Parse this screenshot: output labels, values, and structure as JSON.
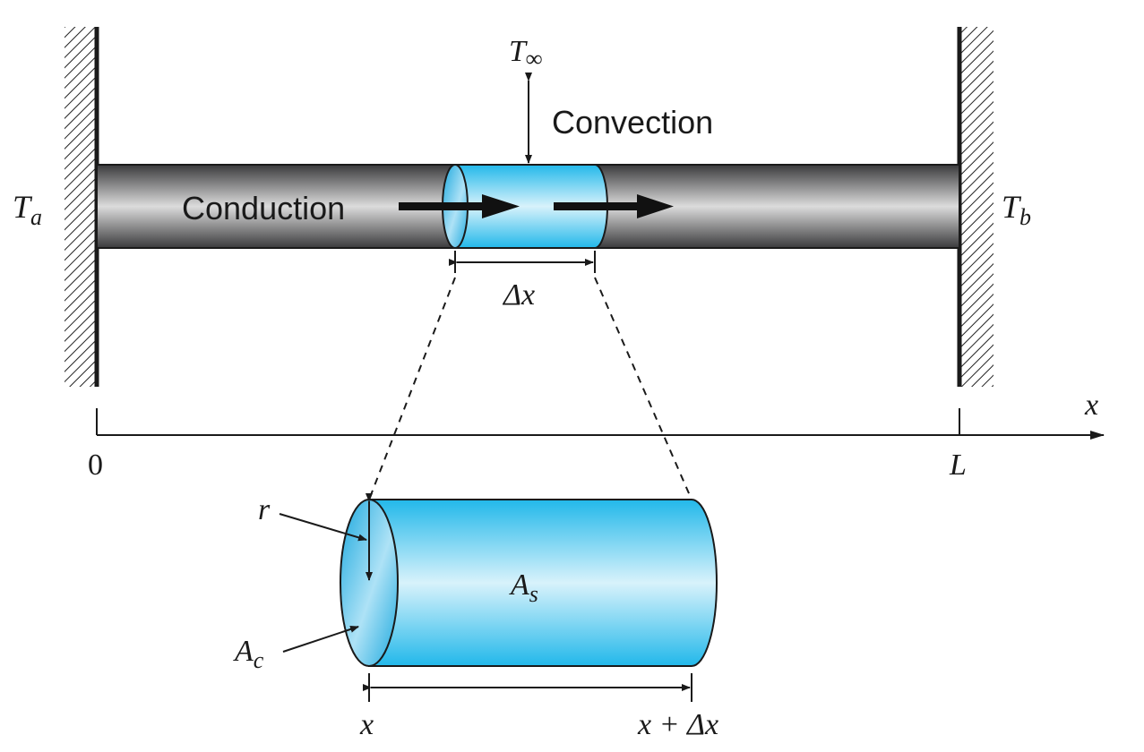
{
  "labels": {
    "t_inf": "T",
    "t_inf_sub": "∞",
    "convection": "Convection",
    "conduction": "Conduction",
    "t_a": "T",
    "t_a_sub": "a",
    "t_b": "T",
    "t_b_sub": "b",
    "delta_x": "Δx",
    "axis_x": "x",
    "origin": "0",
    "length": "L",
    "r": "r",
    "a_c": "A",
    "a_c_sub": "c",
    "a_s": "A",
    "a_s_sub": "s",
    "x_start": "x",
    "x_end": "x + Δx"
  },
  "colors": {
    "rod_dark": "#3a3a3c",
    "rod_light": "#dcdcdc",
    "element_dark": "#22b8ea",
    "element_light": "#d8f2fb",
    "line": "#1a1a1a"
  }
}
